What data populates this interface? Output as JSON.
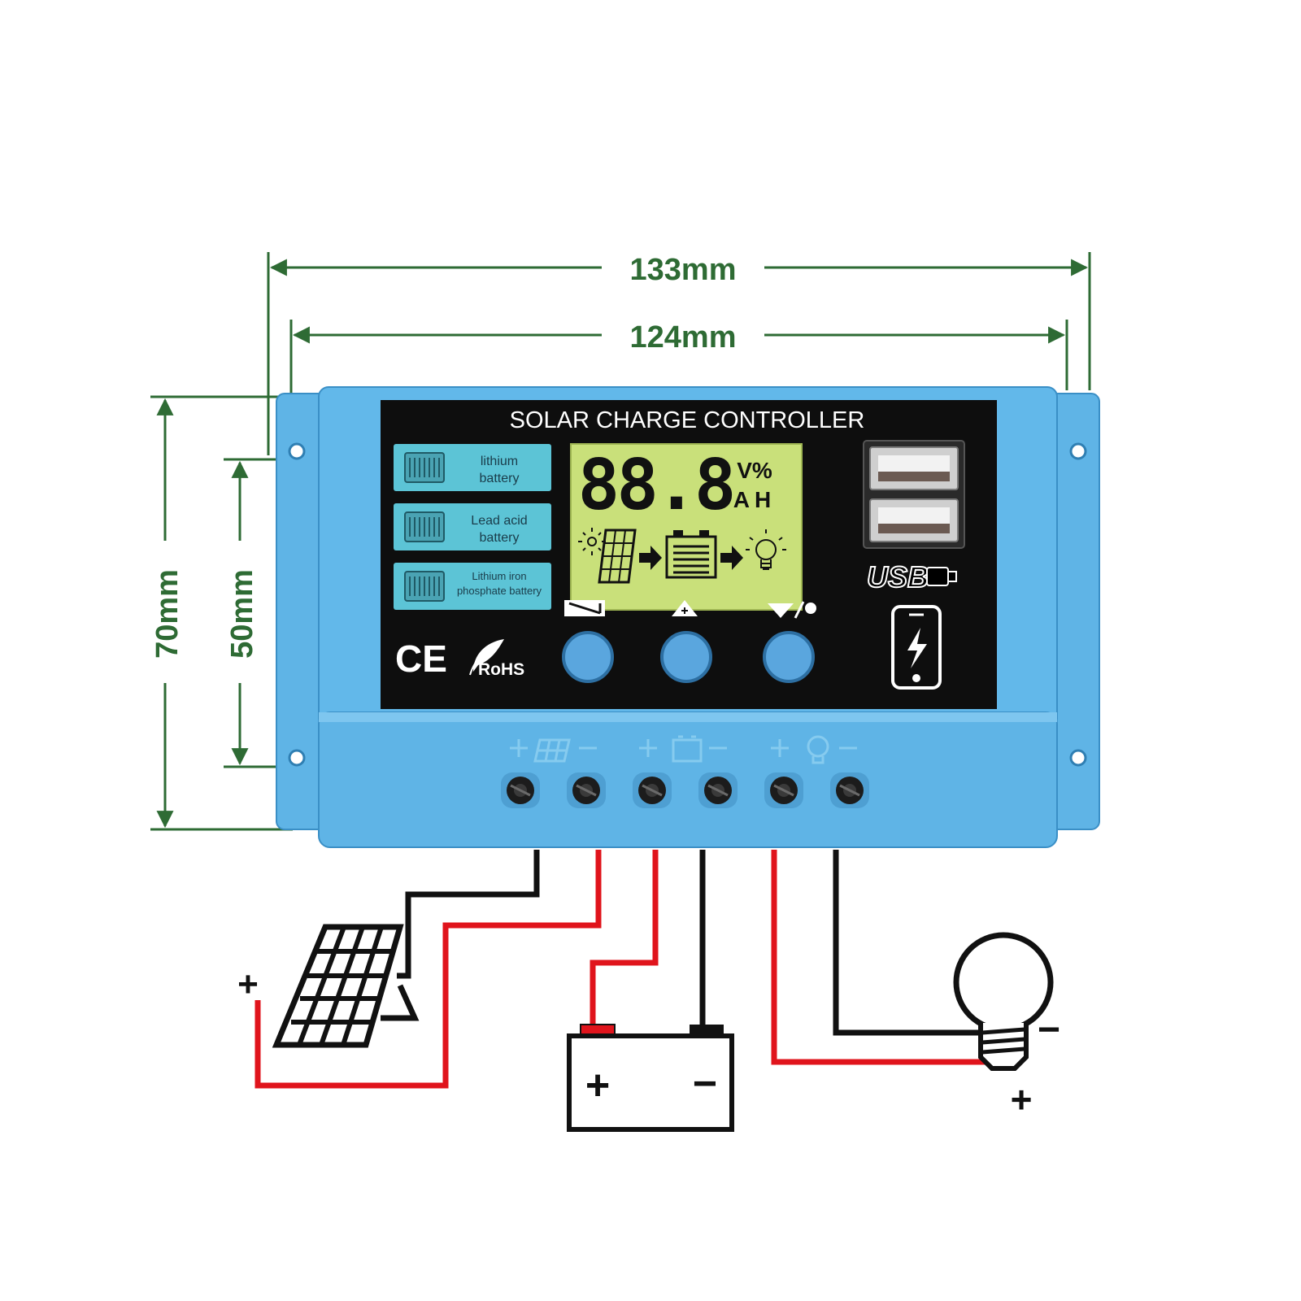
{
  "dimensions": {
    "overall_width": "133mm",
    "hole_width": "124mm",
    "overall_height": "70mm",
    "hole_height": "50mm"
  },
  "device": {
    "title": "SOLAR CHARGE CONTROLLER",
    "battery_types": [
      {
        "line1": "lithium",
        "line2": "battery"
      },
      {
        "line1": "Lead acid",
        "line2": "battery"
      },
      {
        "line1": "Lithium iron",
        "line2": "phosphate battery"
      }
    ],
    "lcd": {
      "digits": "88.8",
      "unit_top": "V%",
      "unit_bottom": "AH"
    },
    "buttons": [
      {
        "icon": "menu-icon"
      },
      {
        "icon": "up-arrow-icon"
      },
      {
        "icon": "down-arrow-bulb-icon"
      }
    ],
    "certifications": {
      "ce": "CE",
      "rohs": "RoHS"
    },
    "usb_label": "USB",
    "terminal_groups": [
      "solar-panel-icon",
      "battery-icon",
      "bulb-icon"
    ]
  },
  "wiring": {
    "battery_plus": "+",
    "battery_minus": "−",
    "panel_plus": "+",
    "load_minus": "−",
    "load_plus": "+"
  },
  "colors": {
    "housing": "#5fb4e6",
    "housing_dark": "#3a8fc6",
    "panel": "#0e0e0e",
    "battery_label": "#5cc4d6",
    "lcd": "#c9e07a",
    "dimension": "#2e6b34",
    "wire_red": "#e0141c",
    "wire_black": "#111111"
  }
}
